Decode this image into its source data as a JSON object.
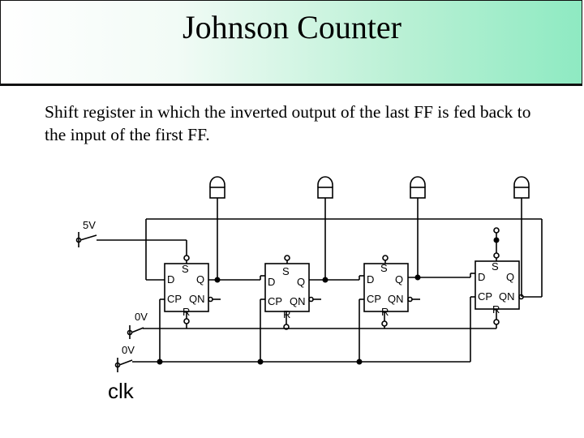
{
  "slide": {
    "title": "Johnson Counter",
    "description": "Shift register in which the inverted output of the last FF is fed back to the input of the first FF."
  },
  "circuit": {
    "supply_label": "5V",
    "reset_label": "0V",
    "clock_source_label": "0V",
    "clock_label": "clk",
    "flipflop_pins": {
      "set": "S",
      "data": "D",
      "q": "Q",
      "cp": "CP",
      "qn": "QN",
      "reset": "R"
    }
  }
}
